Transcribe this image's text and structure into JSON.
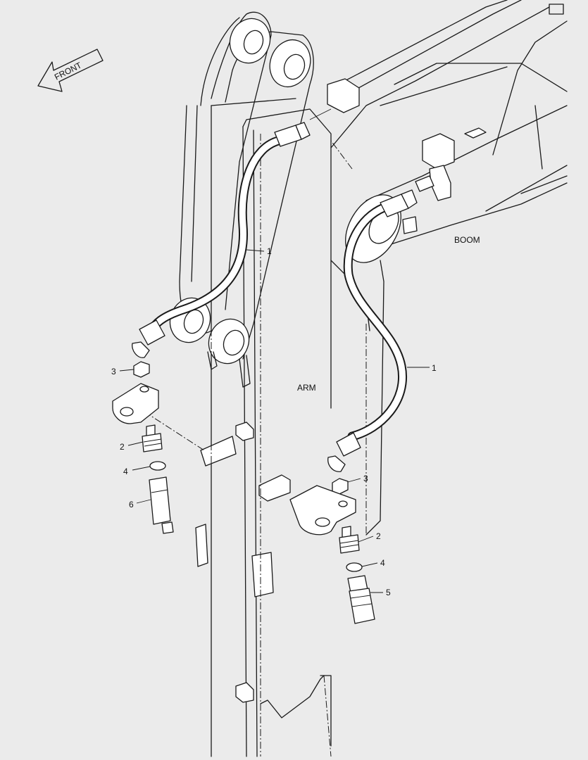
{
  "labels": {
    "front": "FRONT",
    "boom": "BOOM",
    "arm": "ARM"
  },
  "callouts": {
    "hose_left": "1",
    "hose_right": "1",
    "nut_left": "3",
    "nut_right": "3",
    "adapter_left": "2",
    "adapter_right": "2",
    "oring_left": "4",
    "oring_right": "4",
    "fitting_left": "6",
    "fitting_right": "5"
  }
}
